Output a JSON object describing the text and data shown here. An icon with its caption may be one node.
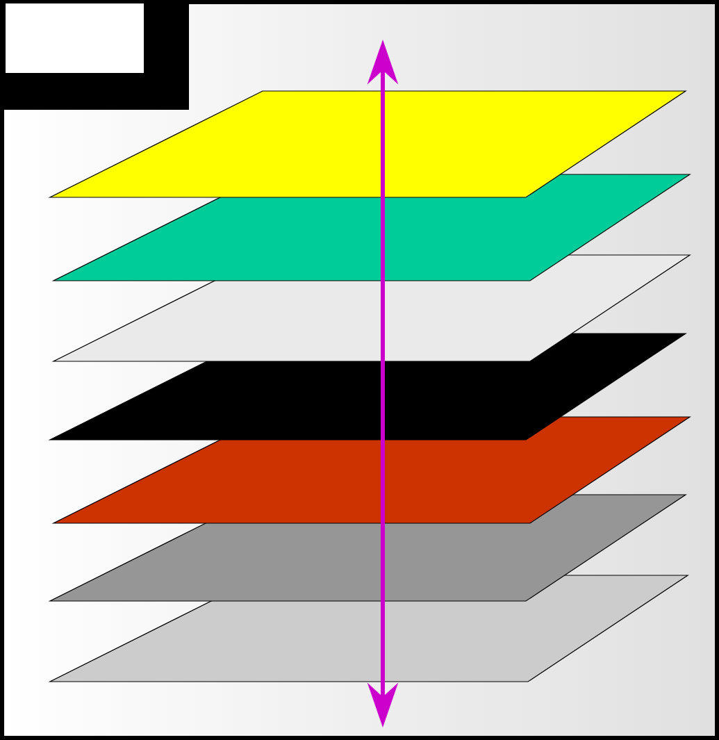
{
  "diagram": {
    "nodes": [
      {
        "text": [],
        "shape": "parallelogram"
      },
      {
        "text": [],
        "shape": "parallelogram"
      },
      {
        "text": [],
        "shape": "parallelogram"
      },
      {
        "text": [],
        "shape": "parallelogram"
      },
      {
        "text": [],
        "shape": "parallelogram"
      },
      {
        "text": [],
        "shape": "parallelogram"
      },
      {
        "text": [],
        "shape": "parallelogram"
      }
    ]
  }
}
